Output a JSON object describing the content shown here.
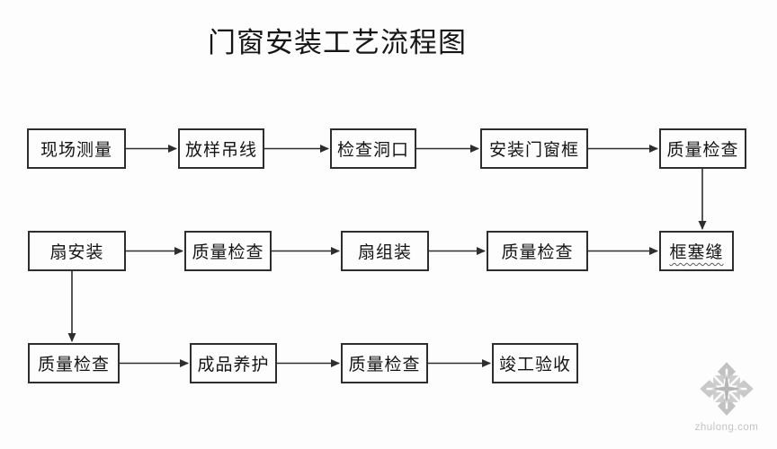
{
  "title": "门窗安装工艺流程图",
  "diagram": {
    "type": "flowchart",
    "nodes": {
      "site_measurement": {
        "label": "现场测量"
      },
      "lofting_hanging_line": {
        "label": "放样吊线"
      },
      "check_opening": {
        "label": "检查洞口"
      },
      "install_door_window_frame": {
        "label": "安装门窗框"
      },
      "quality_check_1": {
        "label": "质量检查"
      },
      "sash_install": {
        "label": "扇安装"
      },
      "quality_check_2": {
        "label": "质量检查"
      },
      "sash_assembly": {
        "label": "扇组装"
      },
      "quality_check_3": {
        "label": "质量检查"
      },
      "frame_caulking": {
        "label": "框塞缝"
      },
      "quality_check_4": {
        "label": "质量检查"
      },
      "finished_product_protection": {
        "label": "成品养护"
      },
      "quality_check_5": {
        "label": "质量检查"
      },
      "completion_acceptance": {
        "label": "竣工验收"
      }
    },
    "connections": [
      {
        "from": "site_measurement",
        "to": "lofting_hanging_line",
        "direction": "right"
      },
      {
        "from": "lofting_hanging_line",
        "to": "check_opening",
        "direction": "right"
      },
      {
        "from": "check_opening",
        "to": "install_door_window_frame",
        "direction": "right"
      },
      {
        "from": "install_door_window_frame",
        "to": "quality_check_1",
        "direction": "right"
      },
      {
        "from": "quality_check_1",
        "to": "frame_caulking",
        "direction": "down"
      },
      {
        "from": "sash_install",
        "to": "quality_check_2",
        "direction": "right"
      },
      {
        "from": "quality_check_2",
        "to": "sash_assembly",
        "direction": "right"
      },
      {
        "from": "sash_assembly",
        "to": "quality_check_3",
        "direction": "right"
      },
      {
        "from": "quality_check_3",
        "to": "frame_caulking",
        "direction": "right"
      },
      {
        "from": "sash_install",
        "to": "quality_check_4",
        "direction": "down"
      },
      {
        "from": "quality_check_4",
        "to": "finished_product_protection",
        "direction": "right"
      },
      {
        "from": "finished_product_protection",
        "to": "quality_check_5",
        "direction": "right"
      },
      {
        "from": "quality_check_5",
        "to": "completion_acceptance",
        "direction": "right"
      }
    ]
  },
  "watermark": {
    "text": "zhulong.com"
  },
  "colors": {
    "line": "#2e2e2e",
    "box_border": "#2e2e2e",
    "text": "#141414",
    "background": "#fdfdfd",
    "watermark": "#c3c3c3"
  }
}
